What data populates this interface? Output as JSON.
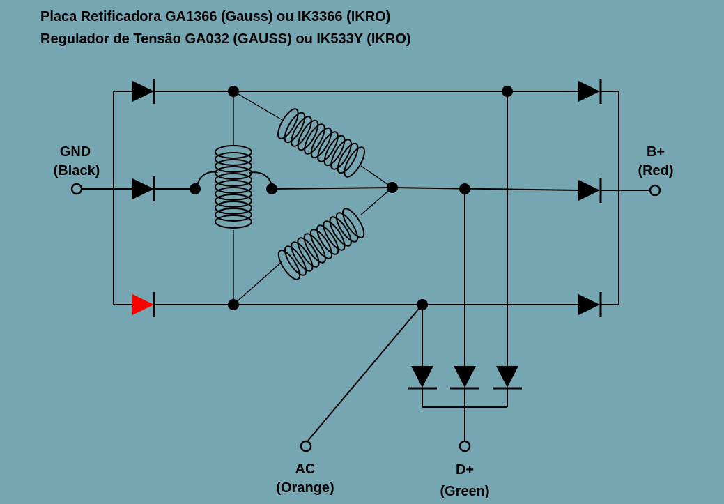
{
  "title_line1": "Placa Retificadora GA1366 (Gauss) ou IK3366 (IKRO)",
  "title_line2": "Regulador de Tensão GA032 (GAUSS) ou IK533Y (IKRO)",
  "terminals": {
    "gnd": {
      "name": "GND",
      "color_note": "(Black)"
    },
    "bplus": {
      "name": "B+",
      "color_note": "(Red)"
    },
    "ac": {
      "name": "AC",
      "color_note": "(Orange)"
    },
    "dplus": {
      "name": "D+",
      "color_note": "(Green)"
    }
  },
  "colors": {
    "background": "#76a6b1",
    "highlighted_diode": "#ff0000",
    "wire": "#000000"
  },
  "components": {
    "diode_count": 9,
    "coil_count": 3,
    "highlighted_diode": "bottom-left ground diode"
  }
}
